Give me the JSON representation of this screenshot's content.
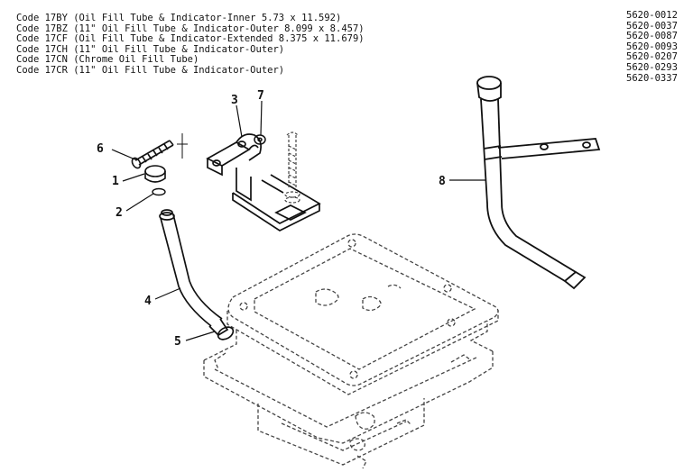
{
  "code_list": [
    "Code 17BY (Oil Fill Tube & Indicator-Inner 5.73 x 11.592)",
    "Code 17BZ (11\" Oil Fill Tube & Indicator-Outer 8.099 x 8.457)",
    "Code 17CF (Oil Fill Tube & Indicator-Extended 8.375 x 11.679)",
    "Code 17CH (11\" Oil Fill Tube & Indicator-Outer)",
    "Code 17CN (Chrome Oil Fill Tube)",
    "Code 17CR (11\" Oil Fill Tube & Indicator-Outer)"
  ],
  "part_numbers": [
    "5620-0012",
    "5620-0037",
    "5620-0087",
    "5620-0093",
    "5620-0207",
    "5620-0293",
    "5620-0337"
  ],
  "callouts": {
    "c1": "1",
    "c2": "2",
    "c3": "3",
    "c4": "4",
    "c5": "5",
    "c6": "6",
    "c7": "7",
    "c8": "8"
  }
}
